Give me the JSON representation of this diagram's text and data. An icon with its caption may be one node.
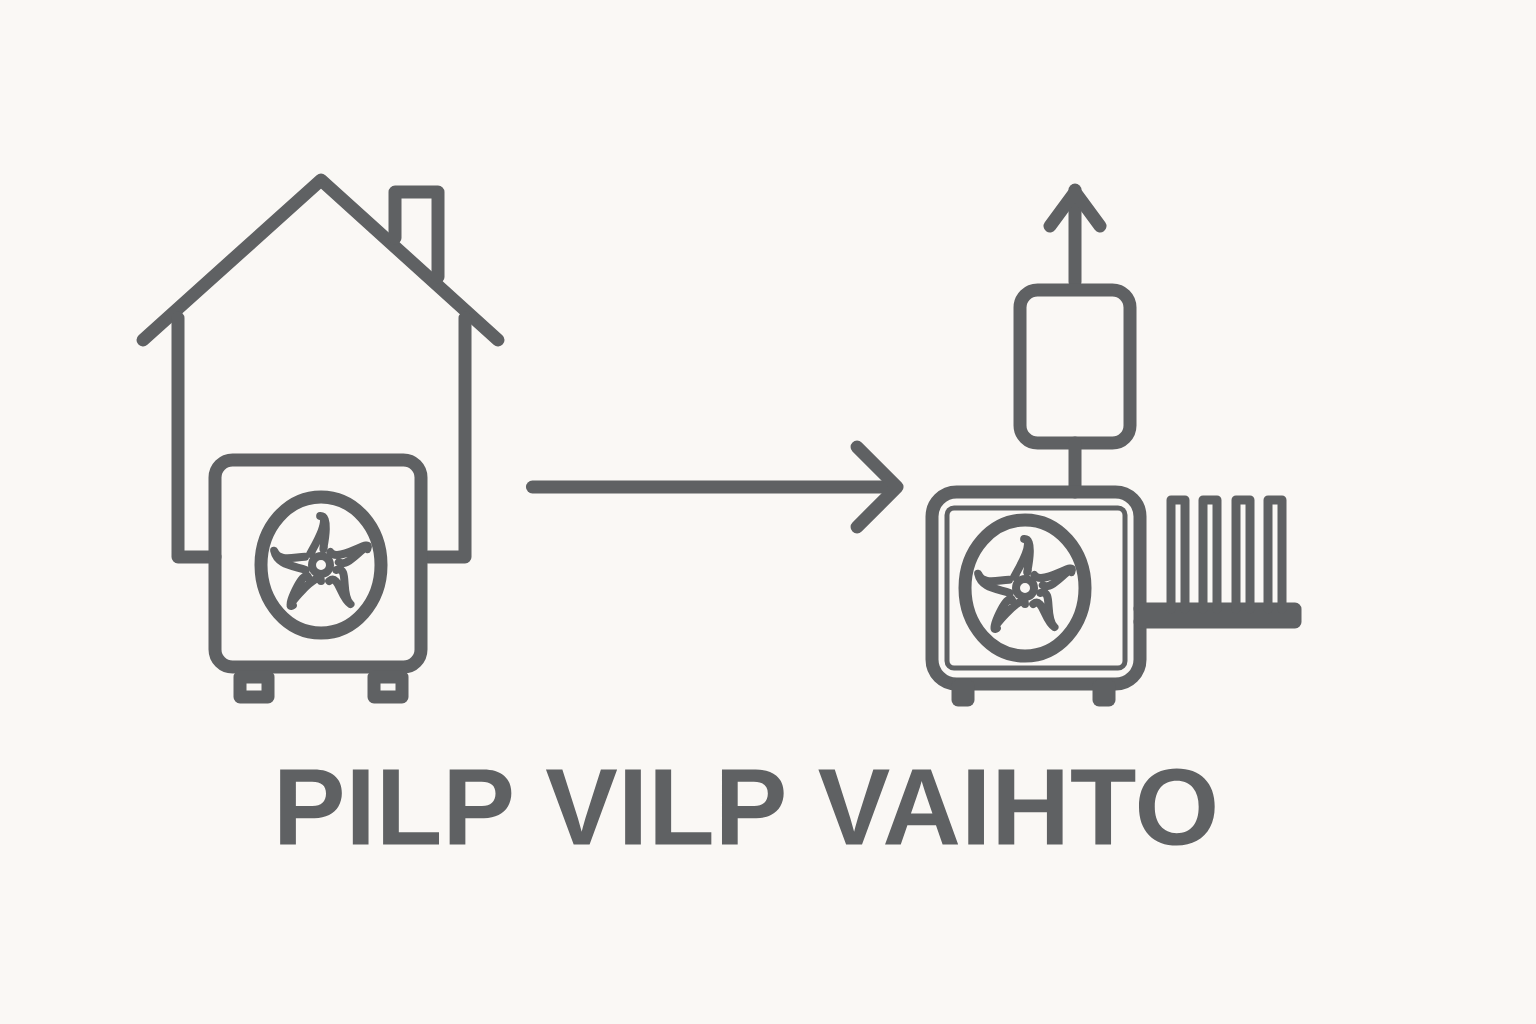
{
  "diagram": {
    "title": "PILP VILP VAIHTO",
    "nodes": [
      {
        "text": [],
        "shape": "picture"
      },
      {
        "text": [],
        "shape": "picture"
      }
    ],
    "edges": [
      {
        "from": 0,
        "to": 1,
        "arrow": "to"
      }
    ]
  }
}
